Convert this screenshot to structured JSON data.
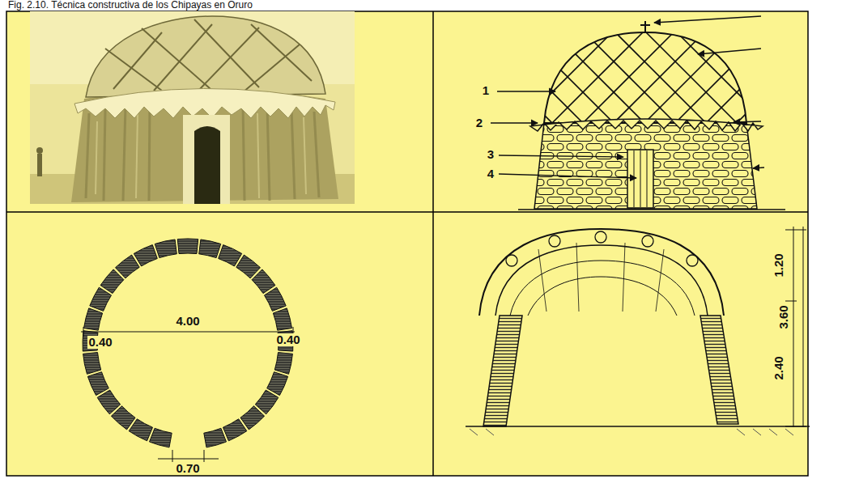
{
  "diagram": {
    "title": "Fig. 2.10. Técnica constructiva de los Chipayas en Oruro",
    "labels": [
      "1",
      "2",
      "3",
      "4",
      "4.00",
      "0.40",
      "0.40",
      "0.70",
      "1.20",
      "3.60",
      "2.40"
    ]
  }
}
